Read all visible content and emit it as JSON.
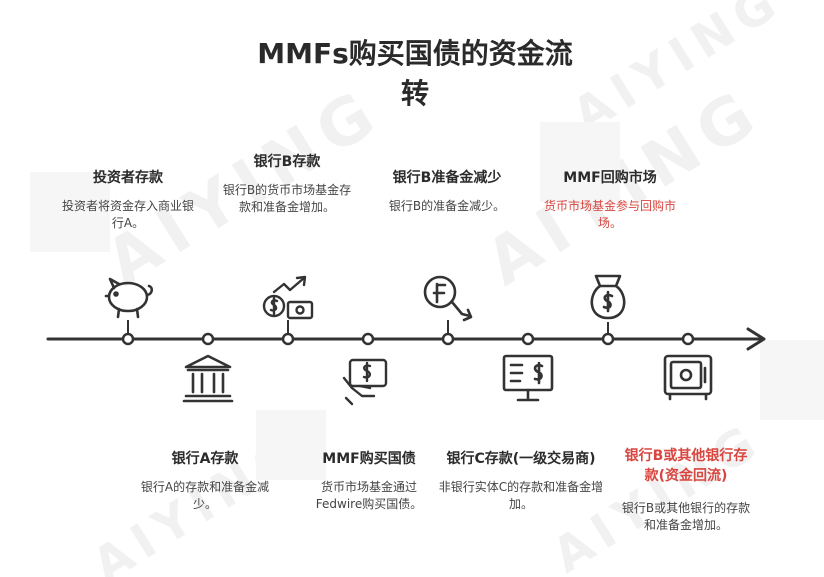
{
  "title": "MMFs购买国债的资金流转",
  "watermark": "AIYING",
  "colors": {
    "text": "#2b2b2b",
    "highlight": "#d9453f",
    "line": "#333333"
  },
  "steps_top": [
    {
      "title": "投资者存款",
      "desc": "投资者将资金存入商业银行A。",
      "icon": "piggy-bank-icon",
      "highlight": false
    },
    {
      "title": "银行B存款",
      "desc": "银行B的货币市场基金存款和准备金增加。",
      "icon": "money-growth-icon",
      "highlight": false
    },
    {
      "title": "银行B准备金减少",
      "desc": "银行B的准备金减少。",
      "icon": "coin-decline-icon",
      "highlight": false
    },
    {
      "title": "MMF回购市场",
      "desc": "货币市场基金参与回购市场。",
      "icon": "money-bag-icon",
      "highlight": true
    }
  ],
  "steps_bottom": [
    {
      "title": "银行A存款",
      "desc": "银行A的存款和准备金减少。",
      "icon": "bank-building-icon",
      "highlight": false
    },
    {
      "title": "MMF购买国债",
      "desc": "货币市场基金通过Fedwire购买国债。",
      "icon": "cash-in-hand-icon",
      "highlight": false
    },
    {
      "title": "银行C存款(一级交易商)",
      "desc": "非银行实体C的存款和准备金增加。",
      "icon": "monitor-dollar-icon",
      "highlight": false
    },
    {
      "title": "银行B或其他银行存款(资金回流)",
      "desc": "银行B或其他银行的存款和准备金增加。",
      "icon": "vault-safe-icon",
      "highlight": true
    }
  ]
}
